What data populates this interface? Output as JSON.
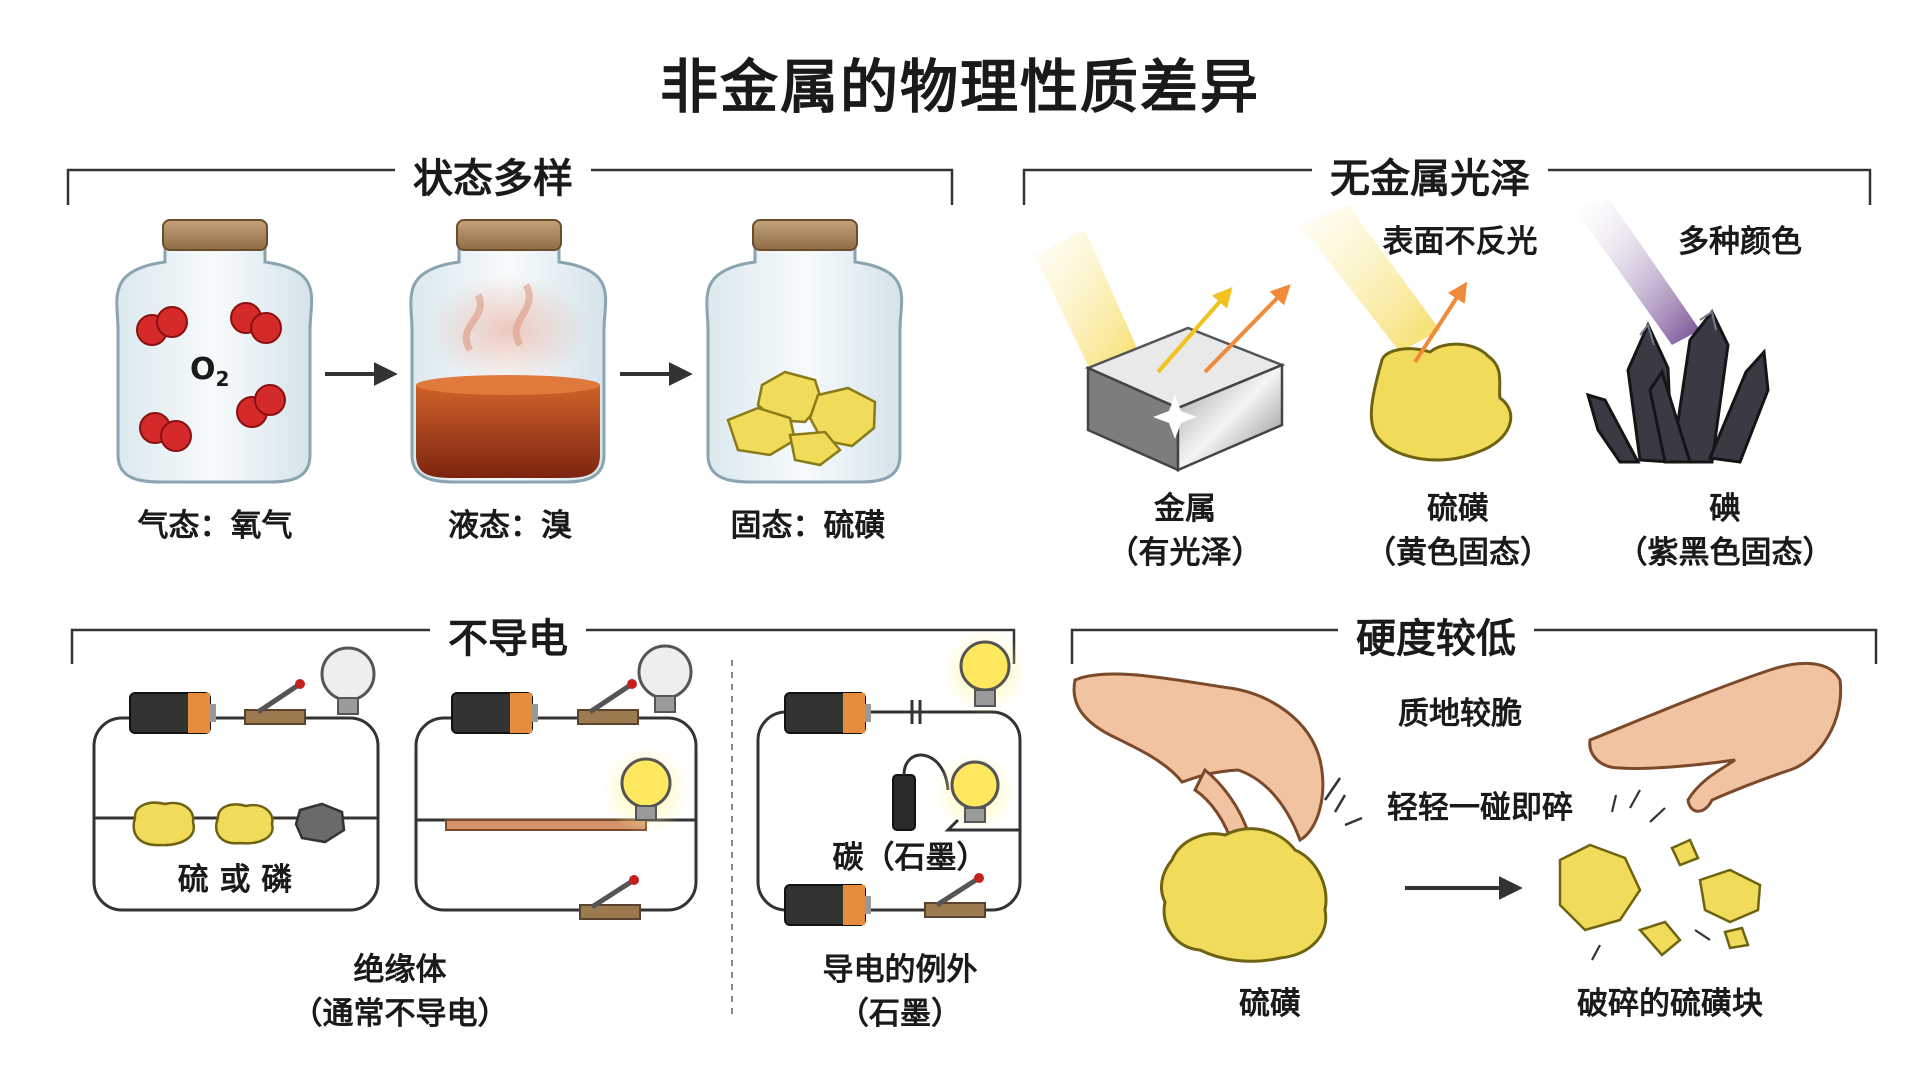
{
  "title": "非金属的物理性质差异",
  "sections": {
    "states": "状态多样",
    "luster": "无金属光泽",
    "conductivity": "不导电",
    "hardness": "硬度较低"
  },
  "states": {
    "o2_formula": "O",
    "o2_subscript": "2",
    "gas": "气态：氧气",
    "liquid": "液态：溴",
    "solid": "固态：硫磺"
  },
  "luster": {
    "no_reflect": "表面不反光",
    "many_colors": "多种颜色",
    "metal_name": "金属",
    "metal_note": "（有光泽）",
    "sulfur_name": "硫磺",
    "sulfur_note": "（黄色固态）",
    "iodine_name": "碘",
    "iodine_note": "（紫黑色固态）"
  },
  "conductivity": {
    "sample_label": "硫 或 磷",
    "insulator_name": "绝缘体",
    "insulator_note": "（通常不导电）",
    "carbon_label": "碳（石墨）",
    "exception_name": "导电的例外",
    "exception_note": "（石墨）"
  },
  "hardness": {
    "brittle": "质地较脆",
    "shatter": "轻轻一碰即碎",
    "sulfur": "硫磺",
    "broken": "破碎的硫磺块"
  },
  "colors": {
    "sulfur": "#f0dc5a",
    "bromine": "#b0401a",
    "oxygen": "#d42a2a",
    "iodine": "#3a3a42",
    "arrow": "#333333",
    "ray_orange": "#f08a3a"
  }
}
